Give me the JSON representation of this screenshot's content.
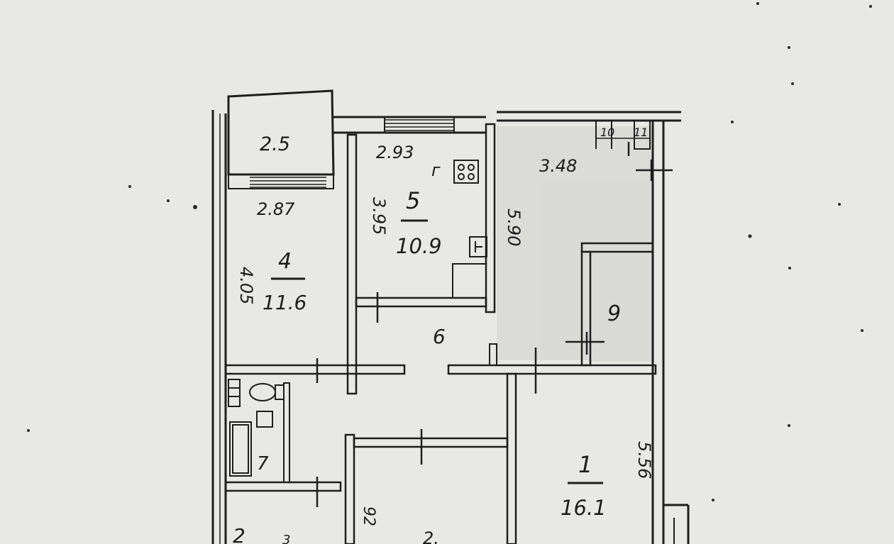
{
  "plan": {
    "rooms": [
      {
        "id": "balcony",
        "area": "2.5"
      },
      {
        "id": "room-4",
        "number": "4",
        "area": "11.6",
        "width": "2.87",
        "length": "4.05"
      },
      {
        "id": "room-5",
        "number": "5",
        "area": "10.9",
        "width": "2.93",
        "length": "3.95",
        "kitchen_mark": "г"
      },
      {
        "id": "room-6",
        "number": "6"
      },
      {
        "id": "room-9",
        "number": "9"
      },
      {
        "id": "room-1",
        "number": "1",
        "area": "16.1",
        "length": "5.56"
      },
      {
        "id": "room-7",
        "number": "7"
      },
      {
        "id": "room-2",
        "number": "2"
      },
      {
        "id": "room-3",
        "number": "3"
      }
    ],
    "dimensions": {
      "top_right_width": "3.48",
      "corridor_length": "5.90",
      "partial_2": "2.",
      "partial_92": "92"
    },
    "small_rooms": {
      "room_10": "10",
      "room_11": "11"
    }
  }
}
